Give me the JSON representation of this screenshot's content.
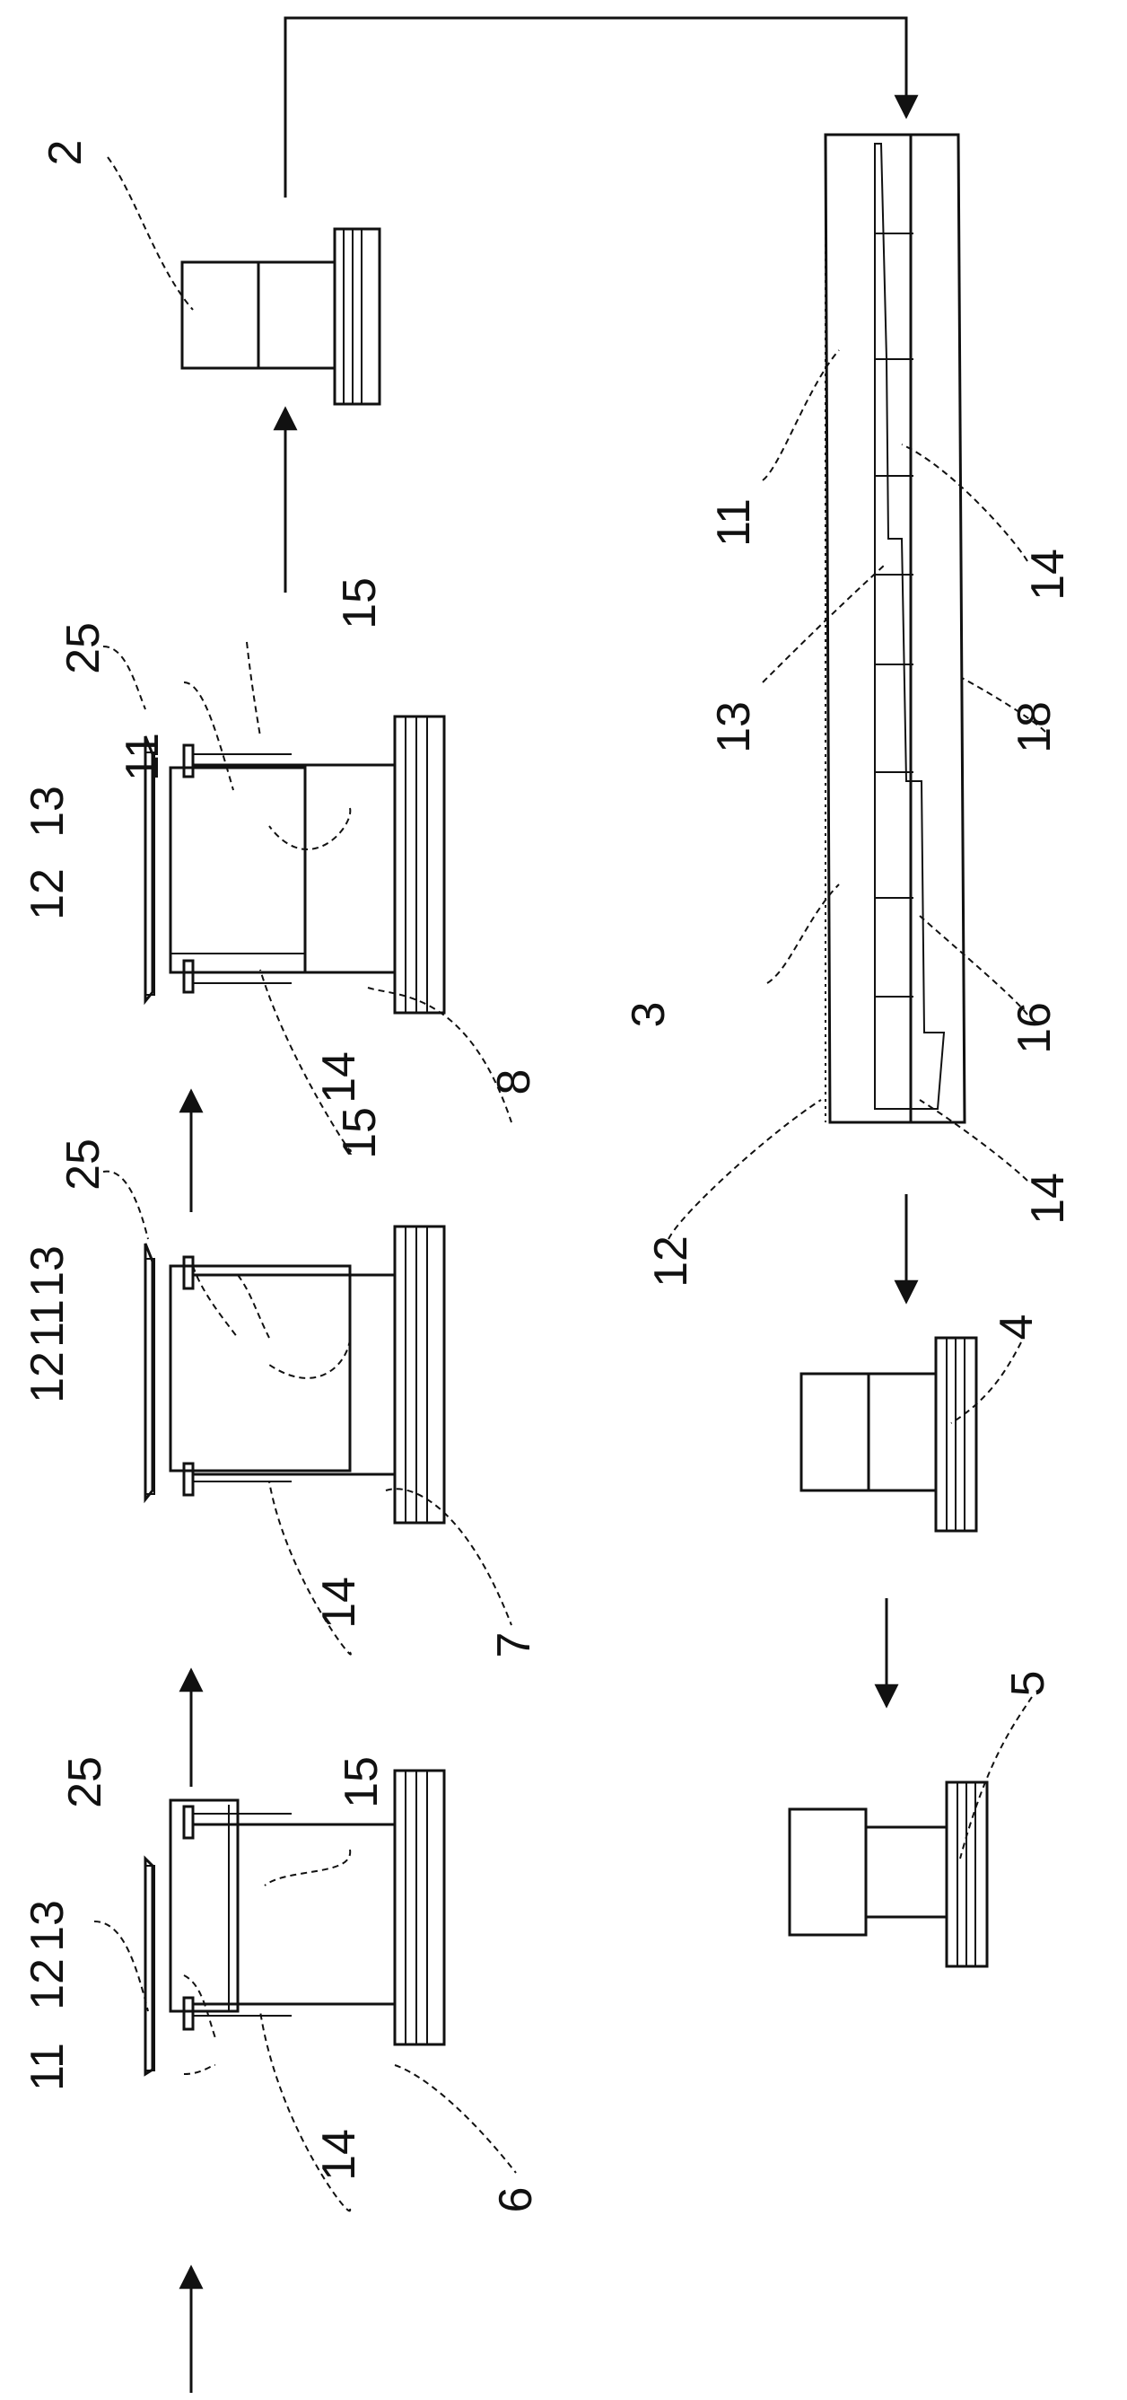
{
  "figure": {
    "labels": {
      "l2": "2",
      "l3": "3",
      "l4": "4",
      "l5": "5",
      "l6": "6",
      "l7": "7",
      "l8": "8",
      "l11": "11",
      "l12": "12",
      "l13": "13",
      "l14": "14",
      "l15": "15",
      "l16": "16",
      "l18": "18",
      "l25": "25"
    }
  },
  "colors": {
    "ink": "#111111",
    "fill": "#ffffff"
  }
}
